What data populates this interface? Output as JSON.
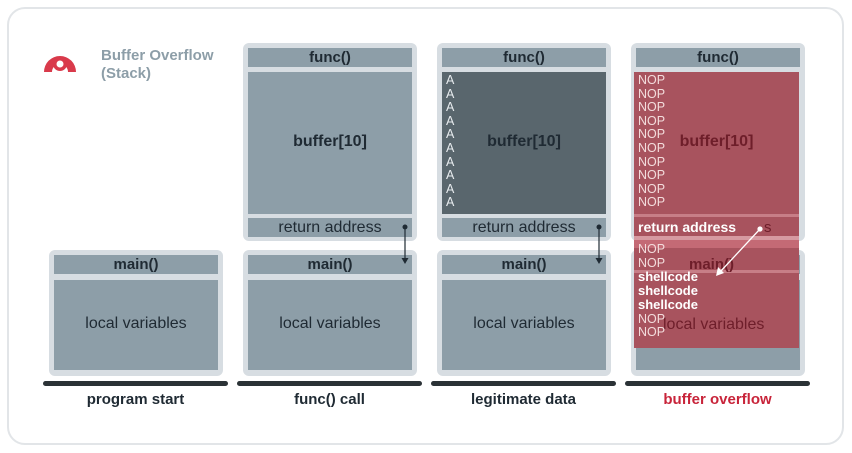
{
  "title_line1": "Buffer Overflow",
  "title_line2": "(Stack)",
  "labels": {
    "func": "func()",
    "main": "main()",
    "buffer": "buffer[10]",
    "return_address": "return address",
    "local_variables": "local variables"
  },
  "captions": [
    "program start",
    "func() call",
    "legitimate data",
    "buffer overflow"
  ],
  "overflow": {
    "nop": "NOP",
    "shellcode": "shellcode",
    "return_address": "return address",
    "ghost_tail": "s"
  },
  "legit_fill": "A",
  "colors": {
    "frame_gray": "#8d9ea8",
    "dark_fill": "#59666d",
    "overflow_red": "#a8535e",
    "accent_red": "#c8243a",
    "baseline": "#2b3236"
  }
}
